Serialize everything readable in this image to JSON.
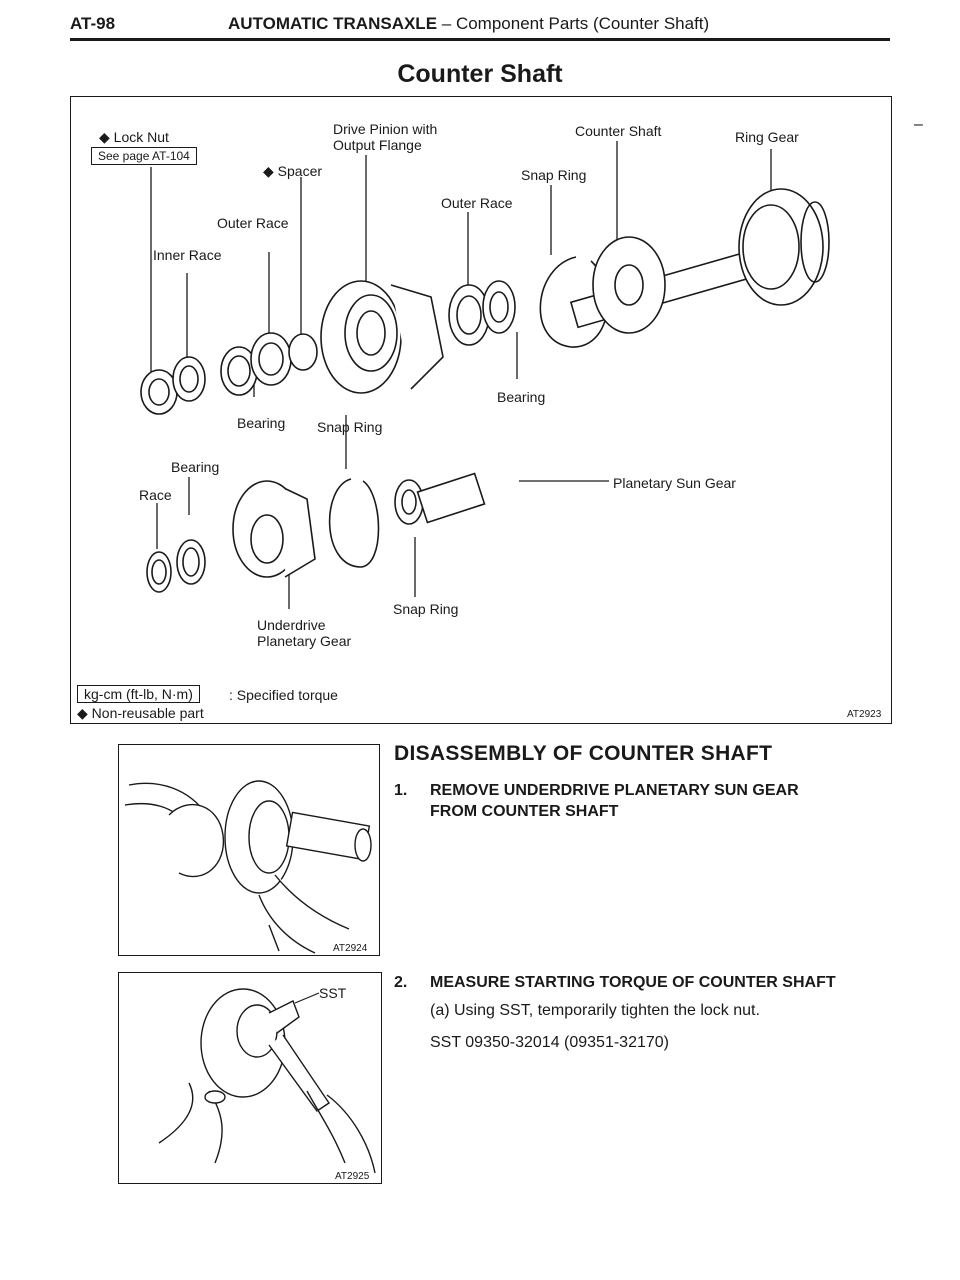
{
  "header": {
    "page_number": "AT-98",
    "title_main": "AUTOMATIC TRANSAXLE",
    "title_sub": "– Component Parts (Counter Shaft)"
  },
  "page_title": "Counter Shaft",
  "figure": {
    "code": "AT2923",
    "labels": {
      "lock_nut": "Lock Nut",
      "see_page": "See page AT-104",
      "drive_pinion": "Drive Pinion with",
      "output_flange": "Output Flange",
      "counter_shaft": "Counter Shaft",
      "ring_gear": "Ring Gear",
      "spacer": "Spacer",
      "snap_ring_top": "Snap Ring",
      "outer_race_left": "Outer Race",
      "outer_race_mid": "Outer Race",
      "inner_race": "Inner Race",
      "bearing_mid": "Bearing",
      "bearing_left": "Bearing",
      "snap_ring_mid": "Snap Ring",
      "bearing_lower": "Bearing",
      "race": "Race",
      "planetary_sun_gear": "Planetary Sun Gear",
      "snap_ring_lower": "Snap Ring",
      "underdrive": "Underdrive",
      "planetary_gear": "Planetary Gear"
    },
    "legend": {
      "torque_unit": "kg-cm (ft-lb, N·m)",
      "torque_text": ": Specified torque",
      "nonreusable_symbol": "◆",
      "nonreusable_text": "Non-reusable part"
    }
  },
  "section_title": "DISASSEMBLY OF COUNTER SHAFT",
  "steps": [
    {
      "num": "1.",
      "line1": "REMOVE UNDERDRIVE PLANETARY SUN GEAR",
      "line2": "FROM COUNTER SHAFT"
    },
    {
      "num": "2.",
      "line1": "MEASURE STARTING TORQUE OF COUNTER SHAFT"
    }
  ],
  "step2_sub_a": "(a) Using SST, temporarily tighten the lock nut.",
  "step2_sst": "SST 09350-32014 (09351-32170)",
  "photos": {
    "photo1_code": "AT2924",
    "photo2_code": "AT2925",
    "photo2_label": "SST"
  }
}
